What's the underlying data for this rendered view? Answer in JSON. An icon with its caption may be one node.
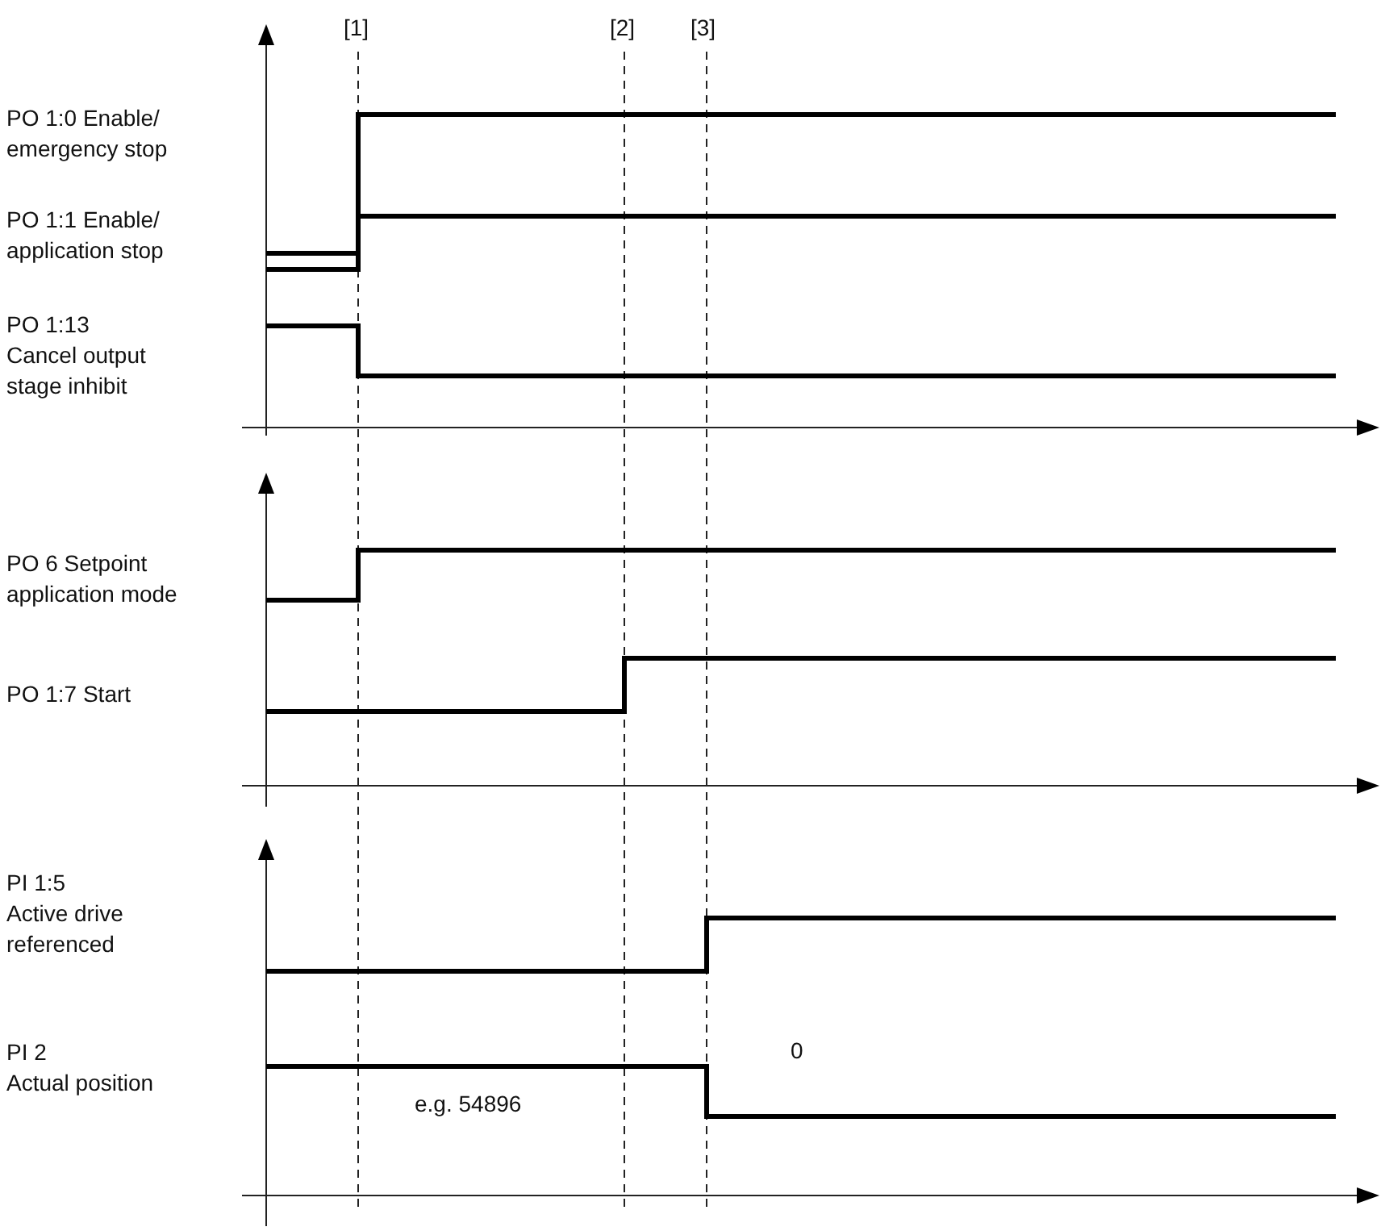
{
  "diagram": {
    "labels": [
      "[1]",
      "[2]",
      "[3]",
      "PO 1:0 Enable/ emergency stop",
      "PO 1:1 Enable/ application stop",
      "PO 1:13",
      "Cancel output stage inhibit",
      "PO 6 Setpoint application mode",
      "PO 1:7 Start",
      "PI 1:5",
      "Active drive referenced",
      "PI 2",
      "Actual position",
      "e.g. 54896",
      "0"
    ]
  }
}
